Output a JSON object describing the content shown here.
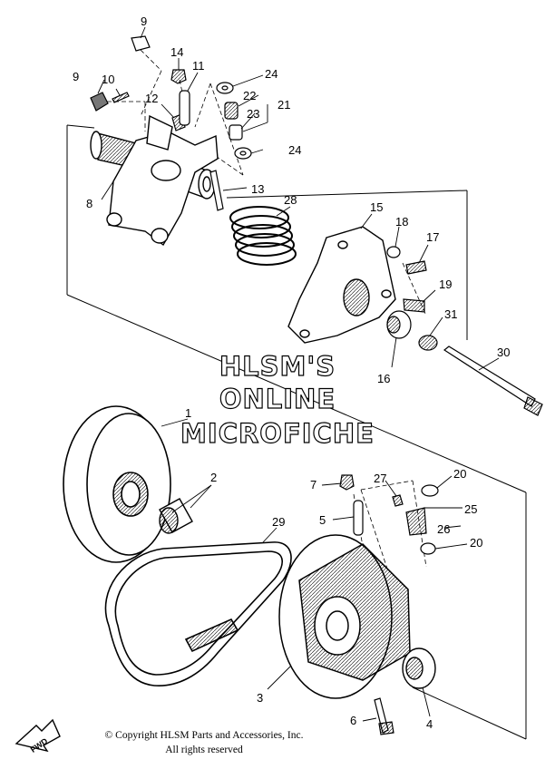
{
  "watermark": {
    "line1": "HLSM'S",
    "line2": "ONLINE",
    "line3": "MICROFICHE"
  },
  "copyright": {
    "line1": "© Copyright HLSM Parts and Accessories, Inc.",
    "line2": "All rights reserved"
  },
  "fwd_badge": "FWD",
  "callouts": {
    "c1": "1",
    "c2": "2",
    "c3": "3",
    "c4": "4",
    "c5": "5",
    "c6": "6",
    "c7": "7",
    "c8": "8",
    "c9a": "9",
    "c9b": "9",
    "c10": "10",
    "c11": "11",
    "c12": "12",
    "c13": "13",
    "c14": "14",
    "c15": "15",
    "c16": "16",
    "c17": "17",
    "c18": "18",
    "c19": "19",
    "c20a": "20",
    "c20b": "20",
    "c21": "21",
    "c22": "22",
    "c23": "23",
    "c24a": "24",
    "c24b": "24",
    "c25": "25",
    "c26": "26",
    "c27": "27",
    "c28": "28",
    "c29": "29",
    "c30": "30",
    "c31": "31"
  }
}
